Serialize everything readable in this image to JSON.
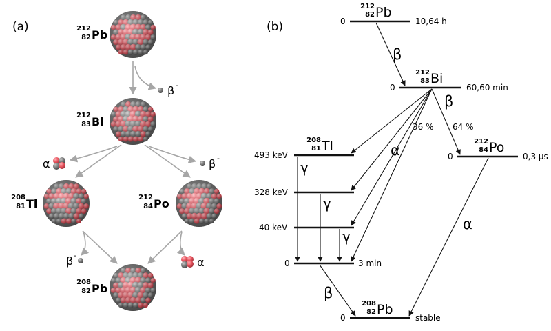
{
  "panel_a": {
    "tag": "(a)",
    "nuclei": [
      {
        "id": "pb212",
        "mass": "212",
        "atomic": "82",
        "symbol": "Pb"
      },
      {
        "id": "bi212",
        "mass": "212",
        "atomic": "83",
        "symbol": "Bi"
      },
      {
        "id": "tl208",
        "mass": "208",
        "atomic": "81",
        "symbol": "Tl"
      },
      {
        "id": "po212",
        "mass": "212",
        "atomic": "84",
        "symbol": "Po"
      },
      {
        "id": "pb208",
        "mass": "208",
        "atomic": "82",
        "symbol": "Pb"
      }
    ],
    "emissions": {
      "beta_symbol": "β",
      "beta_sup": "-",
      "alpha_symbol": "α"
    },
    "colors": {
      "proton": "#e8555f",
      "neutron": "#7d7d7d",
      "arrow": "#a6a6a6"
    }
  },
  "panel_b": {
    "tag": "(b)",
    "levels": {
      "pb212": {
        "energy": "0",
        "mass": "212",
        "atomic": "82",
        "symbol": "Pb",
        "halflife": "10,64 h"
      },
      "bi212": {
        "energy": "0",
        "mass": "212",
        "atomic": "83",
        "symbol": "Bi",
        "halflife": "60,60 min"
      },
      "tl208": {
        "energies": [
          "493 keV",
          "328 keV",
          "40 keV",
          "0"
        ],
        "mass": "208",
        "atomic": "81",
        "symbol": "Tl",
        "halflife": "3 min"
      },
      "po212": {
        "energy": "0",
        "mass": "212",
        "atomic": "84",
        "symbol": "Po",
        "halflife": "0,3 µs"
      },
      "pb208": {
        "energy": "0",
        "mass": "208",
        "atomic": "82",
        "symbol": "Pb",
        "halflife": "stable"
      }
    },
    "branch_left": "36 %",
    "branch_right": "64 %",
    "beta": "β",
    "alpha": "α",
    "gamma": "γ"
  }
}
